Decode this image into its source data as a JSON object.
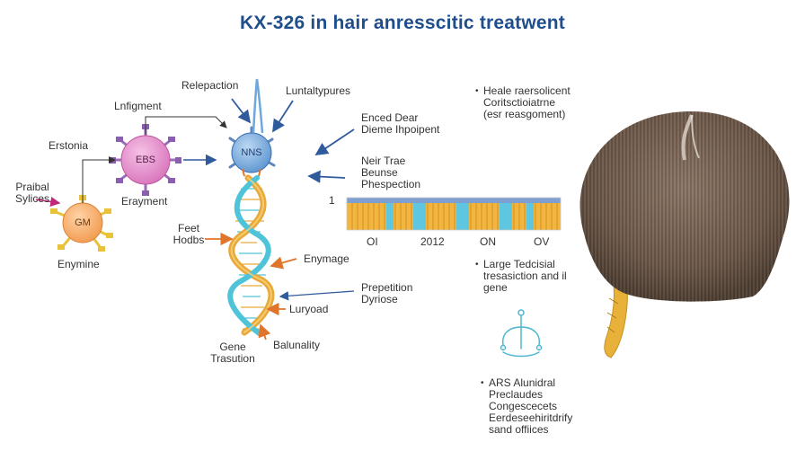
{
  "title": "KX-326 in hair anresscitic treatwent",
  "molecules": {
    "left_small": "GM",
    "middle": "EBS",
    "top_right": "NNS"
  },
  "labels": {
    "praibal": [
      "Praibal",
      "Sylices"
    ],
    "erstonia": "Erstonia",
    "enymine": "Enymine",
    "lnfigment": "Lnfigment",
    "erayment": "Erayment",
    "relepaction": "Relepaction",
    "luntaltypures": "Luntaltypures",
    "enced_dear": [
      "Enced Dear",
      "Dieme Ihpoipent"
    ],
    "neir_trae": [
      "Neir Trae",
      "Beunse",
      "Phespection"
    ],
    "feet_hodbs": [
      "Feet",
      "Hodbs"
    ],
    "enymage": "Enymage",
    "prepetition": [
      "Prepetition",
      "Dyriose"
    ],
    "luryoad": "Luryoad",
    "balunality": "Balunality",
    "gene_trasution": [
      "Gene",
      "Trasution"
    ]
  },
  "bar_panel": {
    "marker": "1",
    "axis_labels": [
      "OI",
      "2012",
      "ON",
      "OV"
    ]
  },
  "notes": {
    "note1": [
      "Heale raersolicent",
      "Coritsctioiatrne",
      "(esr reasgoment)"
    ],
    "note2": [
      "Large Tedcisial",
      "tresasiction and il",
      "gene"
    ],
    "note3": [
      "ARS Alunidral",
      "Preclaudes",
      "Congescecets",
      "Eerdeseehiritdrify",
      "sand offiices"
    ]
  },
  "colors": {
    "title": "#1f4e8c",
    "arrow_blue": "#2f5b9c",
    "arrow_orange": "#e0742a",
    "molecule_pink": "#e089c8",
    "molecule_orange": "#f6a35f",
    "molecule_blue": "#6fa8dc",
    "helix_gold": "#e8a93a",
    "helix_teal": "#4fc3d8",
    "hair_brown": "#6e5a4c"
  }
}
